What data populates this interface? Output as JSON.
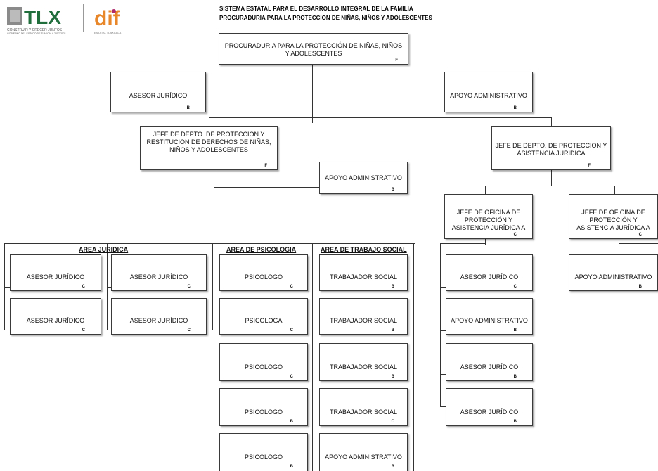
{
  "header": {
    "title": "SISTEMA ESTATAL PARA EL DESARROLLO INTEGRAL DE LA FAMILIA",
    "subtitle": "PROCURADURIA PARA LA PROTECCION DE NIÑAS, NIÑOS Y ADOLESCENTES"
  },
  "logo": {
    "tlx": "TLX",
    "tlx_tagline": "CONSTRUIR Y CRECER JUNTOS",
    "tlx_sub": "GOBIERNO DEL ESTADO DE TLAXCALA 2017-2021",
    "dif": "dif",
    "dif_sub": "ESTATAL TLAXCALA"
  },
  "colors": {
    "tlx_green": "#1f6e3c",
    "tlx_red": "#c0392b",
    "dif_orange": "#e8862a",
    "dif_magenta": "#b02a6a",
    "line": "#333333"
  },
  "boxes": {
    "root": {
      "title": "PROCURADURIA PARA LA PROTECCIÓN DE NIÑAS, NIÑOS Y ADOLESCENTES",
      "code": "F"
    },
    "asesor_top": {
      "title": "ASESOR JURÍDICO",
      "code": "B"
    },
    "apoyo_top": {
      "title": "APOYO ADMINISTRATIVO",
      "code": "B"
    },
    "jefe_restitucion": {
      "title": "JEFE DE DEPTO. DE PROTECCION Y RESTITUCION DE DERECHOS DE NIÑAS, NIÑOS Y ADOLESCENTES",
      "code": "F"
    },
    "jefe_asistencia": {
      "title": "JEFE DE DEPTO. DE PROTECCION Y ASISTENCIA JURIDICA",
      "code": "F"
    },
    "apoyo_mid": {
      "title": "APOYO ADMINISTRATIVO",
      "code": "B"
    },
    "oficina_a1": {
      "title": "JEFE DE OFICINA DE PROTECCIÓN Y ASISTENCIA JURÍDICA A",
      "code": "C"
    },
    "oficina_a2": {
      "title": "JEFE DE OFICINA DE PROTECCIÓN Y ASISTENCIA JURÍDICA A",
      "code": "C"
    },
    "aj1": {
      "title": "ASESOR JURÍDICO",
      "code": "C"
    },
    "aj2": {
      "title": "ASESOR JURÍDICO",
      "code": "C"
    },
    "aj3": {
      "title": "ASESOR JURÍDICO",
      "code": "C"
    },
    "aj4": {
      "title": "ASESOR JURÍDICO",
      "code": "C"
    },
    "ps1": {
      "title": "PSICOLOGO",
      "code": "C"
    },
    "ps2": {
      "title": "PSICOLOGA",
      "code": "C"
    },
    "ps3": {
      "title": "PSICOLOGO",
      "code": "C"
    },
    "ps4": {
      "title": "PSICOLOGO",
      "code": "B"
    },
    "ps5": {
      "title": "PSICOLOGO",
      "code": "B"
    },
    "ts1": {
      "title": "TRABAJADOR SOCIAL",
      "code": "B"
    },
    "ts2": {
      "title": "TRABAJADOR SOCIAL",
      "code": "B"
    },
    "ts3": {
      "title": "TRABAJADOR SOCIAL",
      "code": "B"
    },
    "ts4": {
      "title": "TRABAJADOR SOCIAL",
      "code": "C"
    },
    "ts5": {
      "title": "APOYO ADMINISTRATIVO",
      "code": "B"
    },
    "r1": {
      "title": "ASESOR JURÍDICO",
      "code": "C"
    },
    "r2": {
      "title": "APOYO ADMINISTRATIVO",
      "code": "B"
    },
    "r3": {
      "title": "ASESOR JURÍDICO",
      "code": "B"
    },
    "r4": {
      "title": "ASESOR JURÍDICO",
      "code": "B"
    },
    "r5": {
      "title": "APOYO ADMINISTRATIVO",
      "code": "B"
    }
  },
  "areas": {
    "juridica": "AREA JURIDICA",
    "psicologia": "AREA DE PSICOLOGIA",
    "trabajo_social": "AREA DE TRABAJO SOCIAL"
  }
}
